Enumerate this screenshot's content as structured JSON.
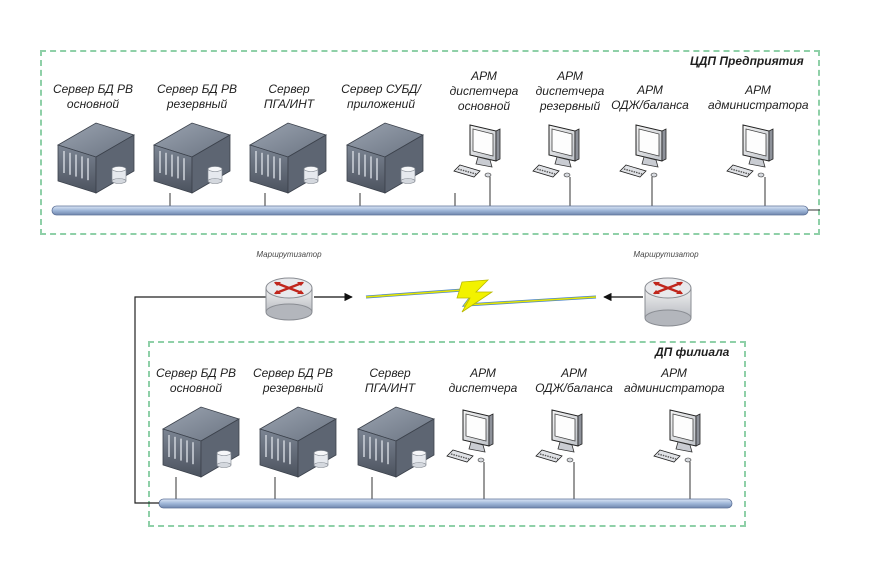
{
  "enterprise": {
    "title": "ЦДП Предприятия",
    "servers": [
      {
        "label": "Сервер БД РВ\nосновной"
      },
      {
        "label": "Сервер БД РВ\nрезервный"
      },
      {
        "label": "Сервер\nПГА/ИНТ"
      },
      {
        "label": "Сервер СУБД/\nприложений"
      }
    ],
    "workstations": [
      {
        "label": "АРМ\nдиспетчера\nосновной"
      },
      {
        "label": "АРМ\nдиспетчера\nрезервный"
      },
      {
        "label": "АРМ\nОДЖ/баланса"
      },
      {
        "label": "АРМ\nадминистратора"
      }
    ]
  },
  "routers": {
    "left_label": "Маршрутизатор",
    "right_label": "Маршрутизатор"
  },
  "branch": {
    "title": "ДП филиала",
    "servers": [
      {
        "label": "Сервер БД РВ\nосновной"
      },
      {
        "label": "Сервер БД РВ\nрезервный"
      },
      {
        "label": "Сервер\nПГА/ИНТ"
      }
    ],
    "workstations": [
      {
        "label": "АРМ\nдиспетчера"
      },
      {
        "label": "АРМ\nОДЖ/баланса"
      },
      {
        "label": "АРМ\nадминистратора"
      }
    ]
  },
  "colors": {
    "region_border": "#8fd0a8",
    "bus": "#9fb6d8",
    "server_body": "#5a6270",
    "lightning": "#e6e600"
  }
}
